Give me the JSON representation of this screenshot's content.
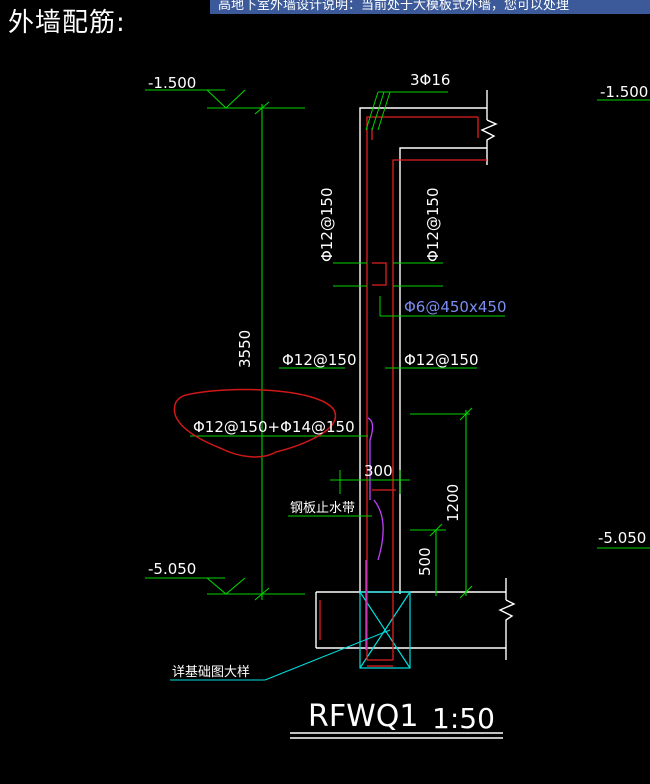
{
  "page": {
    "title": "外墙配筋:",
    "banner_text": "高地下室外墙设计说明：当前处于大模板式外墙，您可以处理"
  },
  "drawing": {
    "elevation_top_left": "-1.500",
    "elevation_top_right": "-1.500",
    "elevation_bottom_left": "-5.050",
    "elevation_bottom_right": "-5.050",
    "top_rebar": "3Φ16",
    "vertical_rebar_left": "Φ12@150",
    "vertical_rebar_right": "Φ12@150",
    "tie_rebar": "Φ6@450x450",
    "horizontal_rebar_left": "Φ12@150",
    "horizontal_rebar_right": "Φ12@150",
    "highlighted_rebar": "Φ12@150+Φ14@150",
    "wall_height": "3550",
    "wall_thickness": "300",
    "waterstop_label": "钢板止水带",
    "dimension_1200": "1200",
    "dimension_500": "500",
    "foundation_note": "详基础图大样",
    "section_name": "RFWQ1",
    "scale": "1:50"
  },
  "colors": {
    "background": "#000000",
    "dim_green": "#00d200",
    "rebar_red": "#e02020",
    "wall_white": "#ffffff",
    "magenta": "#c040ff",
    "cyan": "#00e0e0",
    "annotation_red": "#d01818",
    "blue_text": "#7b8cf2"
  }
}
